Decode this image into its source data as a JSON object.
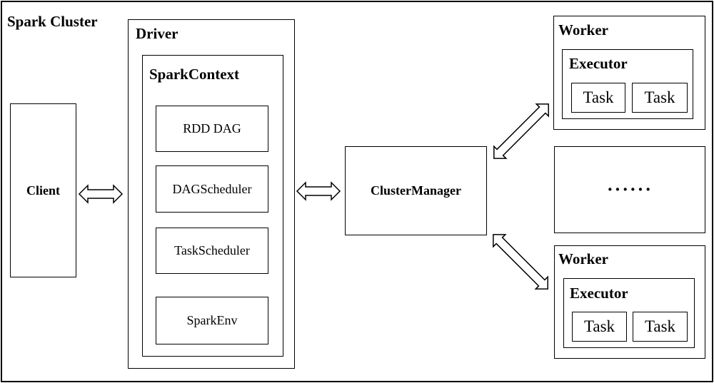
{
  "cluster": {
    "title": "Spark Cluster"
  },
  "client": {
    "label": "Client"
  },
  "driver": {
    "title": "Driver",
    "spark_context": {
      "title": "SparkContext",
      "components": [
        "RDD DAG",
        "DAGScheduler",
        "TaskScheduler",
        "SparkEnv"
      ]
    }
  },
  "cluster_manager": {
    "label": "ClusterManager"
  },
  "workers": [
    {
      "title": "Worker",
      "executor": {
        "title": "Executor",
        "tasks": [
          "Task",
          "Task"
        ]
      }
    },
    {
      "title": "Worker",
      "executor": {
        "title": "Executor",
        "tasks": [
          "Task",
          "Task"
        ]
      }
    }
  ],
  "ellipsis": {
    "label": "······"
  }
}
